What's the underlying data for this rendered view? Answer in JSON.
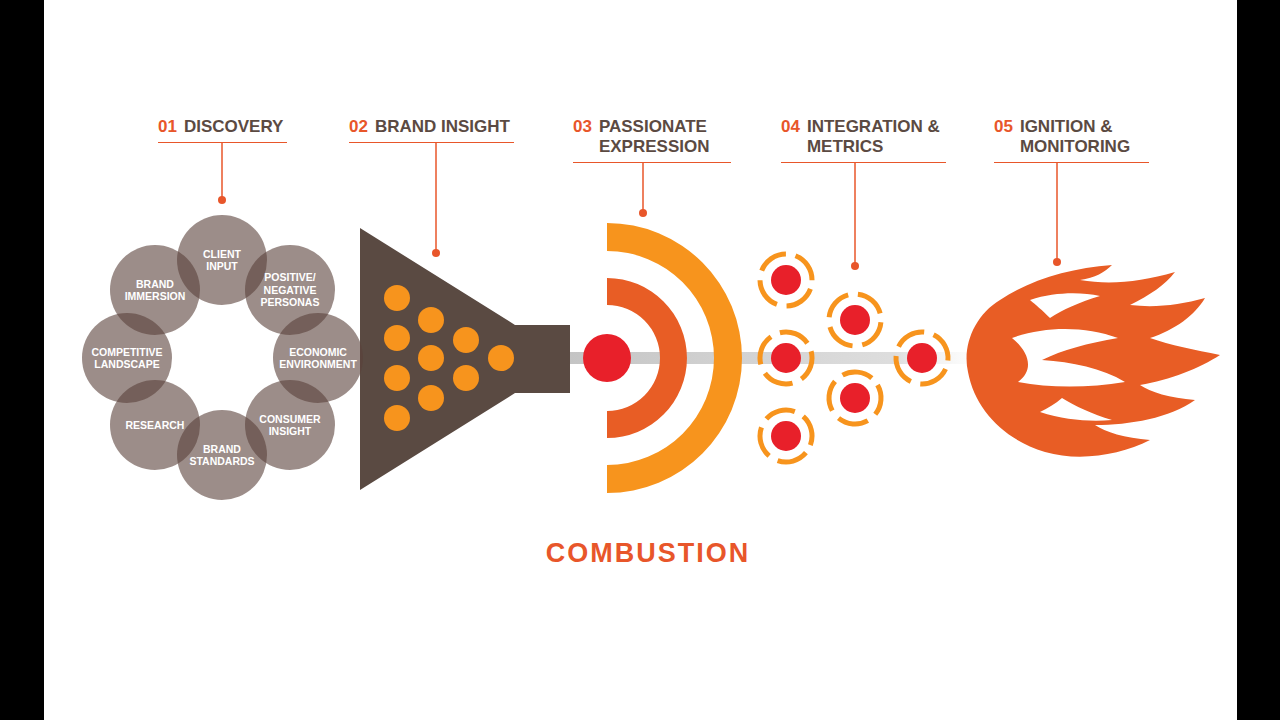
{
  "diagram": {
    "caption": "COMBUSTION",
    "nodes": [
      {
        "text": [
          "CLIENT INPUT"
        ]
      },
      {
        "text": [
          "POSITIVE/ NEGATIVE PERSONAS"
        ]
      },
      {
        "text": [
          "ECONOMIC ENVIRONMENT"
        ]
      },
      {
        "text": [
          "CONSUMER INSIGHT"
        ]
      },
      {
        "text": [
          "BRAND STANDARDS"
        ]
      },
      {
        "text": [
          "RESEARCH"
        ]
      },
      {
        "text": [
          "COMPETITIVE LANDSCAPE"
        ]
      },
      {
        "text": [
          "BRAND IMMERSION"
        ]
      }
    ],
    "labels": [
      "01",
      "DISCOVERY",
      "02",
      "BRAND INSIGHT",
      "03",
      "PASSIONATE EXPRESSION",
      "04",
      "INTEGRATION & METRICS",
      "05",
      "IGNITION & MONITORING"
    ]
  }
}
